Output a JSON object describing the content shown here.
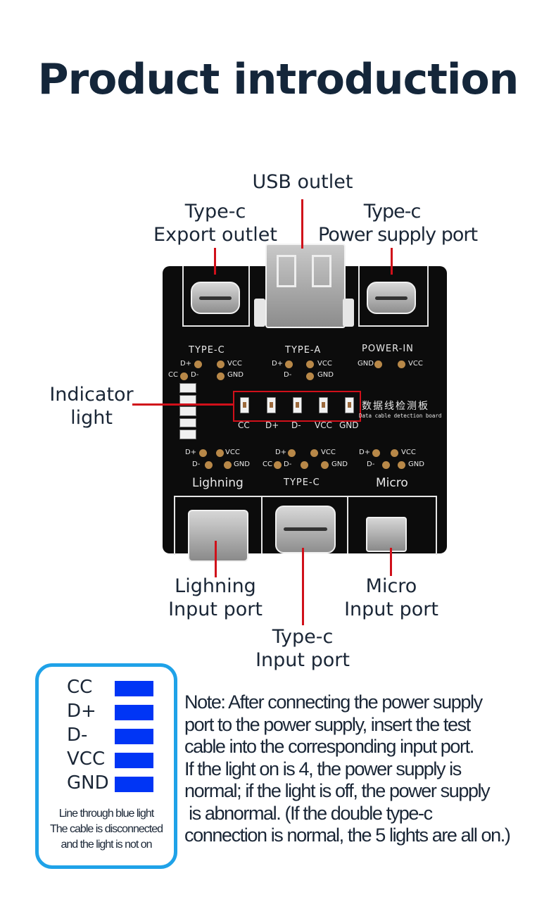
{
  "title": "Product introduction",
  "callouts": {
    "usb_outlet": "USB outlet",
    "typec_export": [
      "Type-c",
      "Export outlet"
    ],
    "typec_power": [
      "Type-c",
      "Power supply port"
    ],
    "indicator": [
      "Indicator",
      "light"
    ],
    "lightning_input": [
      "Lighning",
      "Input port"
    ],
    "micro_input": [
      "Micro",
      "Input port"
    ],
    "typec_input": [
      "Type-c",
      "Input port"
    ]
  },
  "board": {
    "header_labels": [
      "TYPE-C",
      "TYPE-A",
      "POWER-IN"
    ],
    "top_pins": {
      "typec": [
        "D+",
        "VCC",
        "CC",
        "D-",
        "GND"
      ],
      "typea": [
        "D+",
        "VCC",
        "D-",
        "GND"
      ],
      "power": [
        "GND",
        "VCC"
      ]
    },
    "led_labels": [
      "CC",
      "D+",
      "D-",
      "VCC",
      "GND"
    ],
    "chinese_title": "数据线检测板",
    "english_subtitle": "Data cable detection board",
    "bottom_pins": {
      "lightning": [
        "D+",
        "VCC",
        "D-",
        "GND"
      ],
      "typec": [
        "D+",
        "VCC",
        "CC",
        "D-",
        "GND"
      ],
      "micro": [
        "D+",
        "VCC",
        "D-",
        "GND"
      ]
    },
    "bottom_labels": [
      "Lighning",
      "TYPE-C",
      "Micro"
    ]
  },
  "legend": {
    "rows": [
      "CC",
      "D+",
      "D-",
      "VCC",
      "GND"
    ],
    "bar_color": "#0035f5",
    "note_lines": [
      "Line through blue light",
      "The cable is disconnected",
      "and the light is not on"
    ]
  },
  "note": "Note: After connecting the power supply\nport to the power supply, insert the test\ncable into the corresponding input port.\nIf the light on is 4, the power supply is\nnormal; if the light is off, the power supply\n is abnormal. (If the double type-c\nconnection is normal, the 5 lights are all on.)"
}
